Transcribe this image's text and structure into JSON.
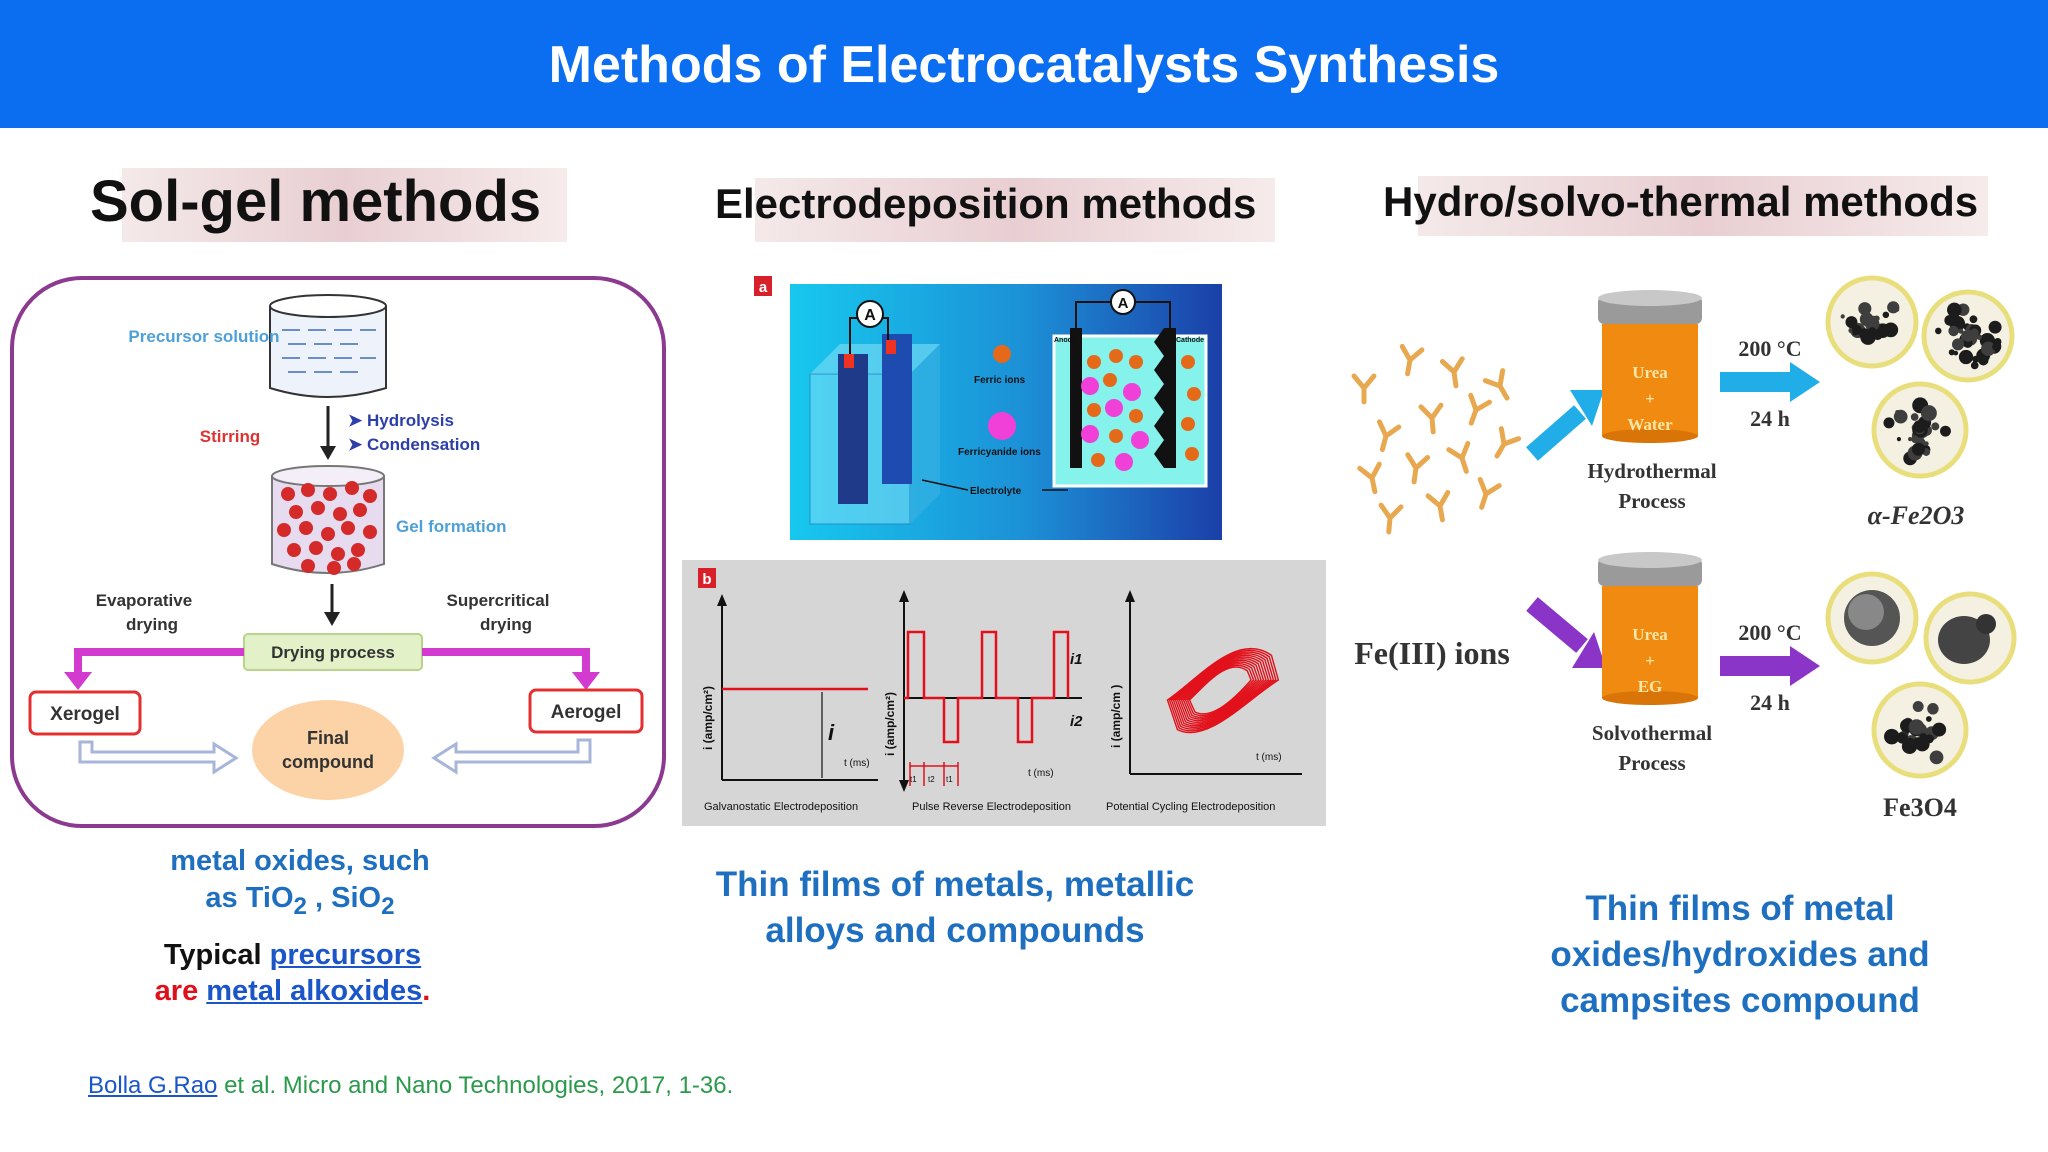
{
  "title": "Methods of Electrocatalysts Synthesis",
  "columns": {
    "sol_gel": {
      "heading": "Sol-gel methods",
      "diagram": {
        "precursor_solution": "Precursor solution",
        "stirring": "Stirring",
        "hydrolysis": "Hydrolysis",
        "condensation": "Condensation",
        "gel_formation": "Gel formation",
        "evaporative_drying": "Evaporative drying",
        "supercritical_drying": "Supercritical drying",
        "drying_process": "Drying process",
        "xerogel": "Xerogel",
        "aerogel": "Aerogel",
        "final_compound": "Final compound"
      },
      "caption_line1": "metal oxides, such",
      "caption_as": "as TiO",
      "caption_sub1": "2",
      "caption_sep": " , SiO",
      "caption_sub2": "2",
      "typical": "Typical",
      "precursors": "precursors",
      "are": "are",
      "metal_alkoxides": "metal alkoxides",
      "period": "."
    },
    "electrodeposition": {
      "heading": "Electrodeposition methods",
      "panel_a": {
        "label": "a",
        "ammeter": "A",
        "ferric_ions": "Ferric ions",
        "ferricyanide_ions": "Ferricyanide ions",
        "electrolyte": "Electrolyte",
        "anode": "Anode",
        "cathode": "Cathode"
      },
      "panel_b": {
        "label": "b",
        "ylabel_density": "i (amp/cm²)",
        "ylabel_cm": "i (amp/cm )",
        "i_label": "i",
        "i1": "i1",
        "i2": "i2",
        "t_ms": "t (ms)",
        "t1": "t1",
        "t2": "t2",
        "galvanostatic": "Galvanostatic Electrodeposition",
        "pulse_reverse": "Pulse Reverse Electrodeposition",
        "potential_cycling": "Potential Cycling Electrodeposition"
      },
      "caption": "Thin films of metals, metallic alloys and compounds"
    },
    "hydro_solvo": {
      "heading": "Hydro/solvo-thermal methods",
      "fe_ions": "Fe(III) ions",
      "top": {
        "jar_urea": "Urea",
        "jar_plus": "+",
        "jar_solvent": "Water",
        "process1": "Hydrothermal",
        "process2": "Process",
        "temp": "200 °C",
        "time": "24 h",
        "product": "α-Fe2O3"
      },
      "bottom": {
        "jar_urea": "Urea",
        "jar_plus": "+",
        "jar_solvent": "EG",
        "process1": "Solvothermal",
        "process2": "Process",
        "temp": "200 °C",
        "time": "24 h",
        "product": "Fe3O4"
      },
      "caption": "Thin films of metal oxides/hydroxides and campsites compound"
    }
  },
  "citation": {
    "author": "Bolla G.Rao",
    "rest": " et al. Micro and Nano Technologies, 2017, 1-36."
  },
  "colors": {
    "banner": "#0b6ef0",
    "caption_blue": "#1f6fc0",
    "citation_green": "#2a9a4a",
    "red": "#e0101a",
    "orange_jar": "#f08a10"
  }
}
